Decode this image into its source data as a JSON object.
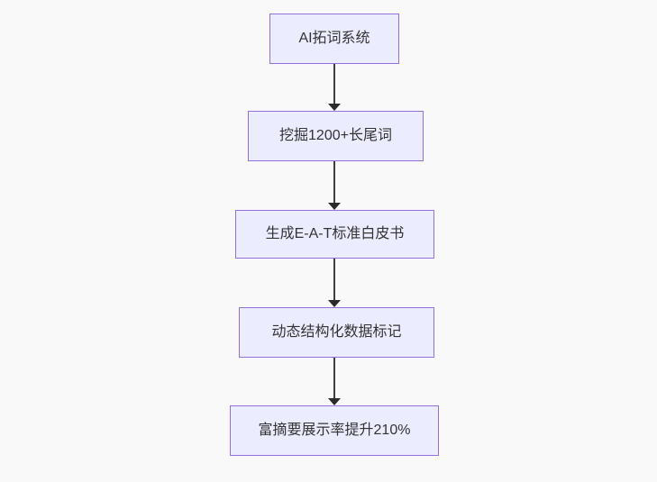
{
  "diagram": {
    "type": "flowchart",
    "direction": "top-down",
    "nodes": [
      {
        "label": "AI拓词系统"
      },
      {
        "label": "挖掘1200+长尾词"
      },
      {
        "label": "生成E-A-T标准白皮书"
      },
      {
        "label": "动态结构化数据标记"
      },
      {
        "label": "富摘要展示率提升210%"
      }
    ],
    "edges": [
      {
        "from": 0,
        "to": 1
      },
      {
        "from": 1,
        "to": 2
      },
      {
        "from": 2,
        "to": 3
      },
      {
        "from": 3,
        "to": 4
      }
    ],
    "colors": {
      "background": "#f9f9f9",
      "node_fill": "#ececff",
      "node_border": "#9370db",
      "text": "#333333",
      "arrow": "#333333"
    }
  }
}
